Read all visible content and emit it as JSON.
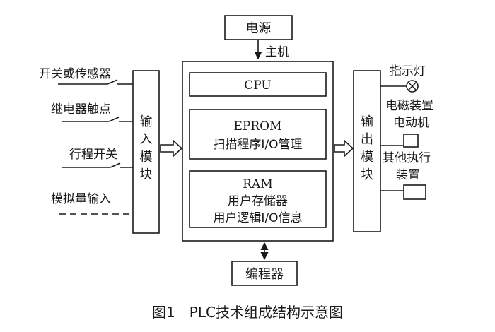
{
  "power_label": "电源",
  "host_label": "主机",
  "cpu_label": "CPU",
  "eprom": {
    "title": "EPROM",
    "subtitle": "扫描程序I/O管理"
  },
  "ram": {
    "title": "RAM",
    "line1": "用户存储器",
    "line2": "用户逻辑I/O信息"
  },
  "input_module_chars": [
    "输",
    "入",
    "模",
    "块"
  ],
  "output_module_chars": [
    "输",
    "出",
    "模",
    "块"
  ],
  "inputs": [
    "开关或传感器",
    "继电器触点",
    "行程开关",
    "模拟量输入"
  ],
  "outputs": {
    "indicator_lamp": "指示灯",
    "solenoid_line1": "电磁装置",
    "solenoid_line2": "电动机",
    "other_line1": "其他执行",
    "other_line2": "装置"
  },
  "programmer_label": "编程器",
  "caption": "图1　PLC技术组成结构示意图",
  "colors": {
    "stroke": "#1a1a1a",
    "background": "#ffffff"
  }
}
